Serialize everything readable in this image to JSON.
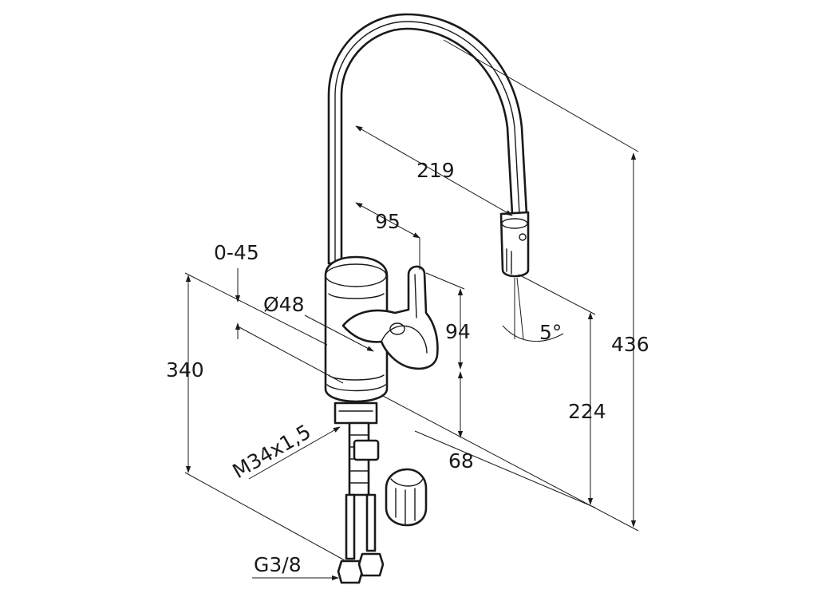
{
  "dimensions": {
    "spout_reach": "219",
    "handle_offset": "95",
    "swivel_range": "0-45",
    "body_diameter": "Ø48",
    "handle_height": "94",
    "spray_angle": "5°",
    "total_height": "436",
    "base_height": "340",
    "outlet_height": "224",
    "lower_body_height": "68",
    "mounting_thread": "M34x1,5",
    "connection_thread": "G3/8"
  }
}
